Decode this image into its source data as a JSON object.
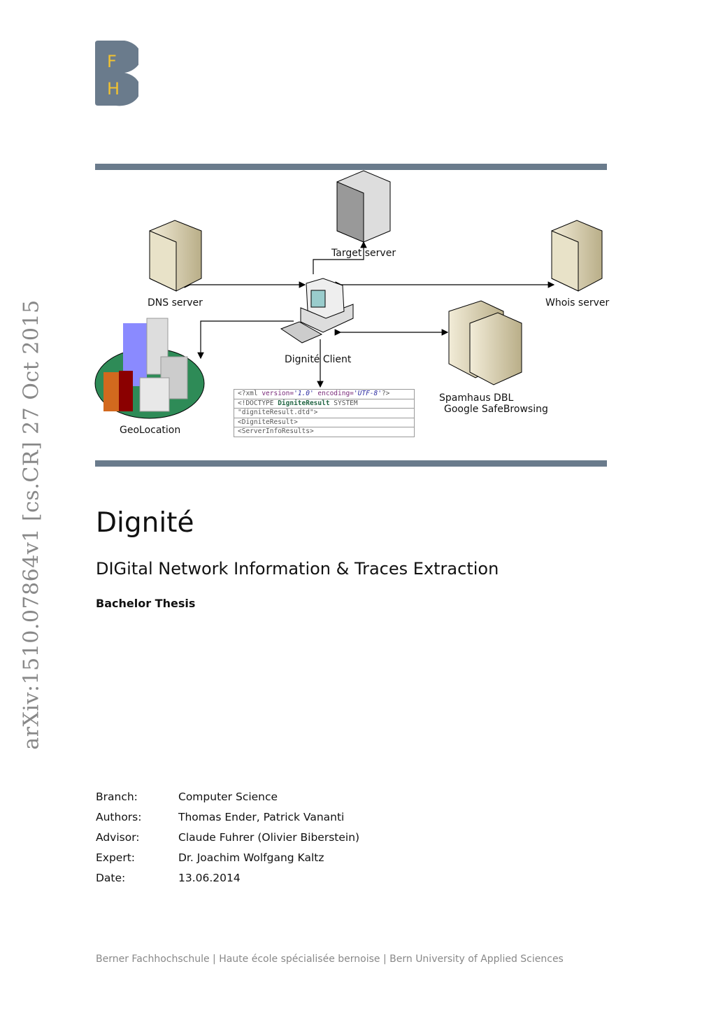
{
  "logo": {
    "letters": [
      "F",
      "H"
    ],
    "color": "#6a7b8c",
    "letter_color": "#f2c230"
  },
  "sidebar": {
    "arxiv_id": "arXiv:1510.07864v1  [cs.CR]  27 Oct 2015"
  },
  "diagram": {
    "labels": {
      "target": "Target server",
      "dns": "DNS  server",
      "whois": "Whois server",
      "client": "Dignité Client",
      "spamhaus": "Spamhaus DBL",
      "google": "Google SafeBrowsing",
      "geo": "GeoLocation"
    },
    "xml_lines": [
      [
        "<?xml ",
        "version=",
        "'1.0'",
        " encoding=",
        "'UTF-8'",
        "?>"
      ],
      [
        "<!DOCTYPE ",
        "DigniteResult",
        " SYSTEM"
      ],
      [
        "\"digniteResult.dtd\">"
      ],
      [
        "<DigniteResult>"
      ],
      [
        "<ServerInfoResults>"
      ]
    ]
  },
  "title": "Dignité",
  "subtitle": "DIGital Network Information & Traces Extraction",
  "kind": "Bachelor Thesis",
  "info": [
    {
      "label": "Branch:",
      "value": "Computer Science"
    },
    {
      "label": "Authors:",
      "value": "Thomas Ender, Patrick Vananti"
    },
    {
      "label": "Advisor:",
      "value": "Claude Fuhrer (Olivier Biberstein)"
    },
    {
      "label": "Expert:",
      "value": "Dr.  Joachim Wolfgang Kaltz"
    },
    {
      "label": "Date:",
      "value": "13.06.2014"
    }
  ],
  "footer": "Berner Fachhochschule | Haute école spécialisée bernoise | Bern University of Applied Sciences"
}
